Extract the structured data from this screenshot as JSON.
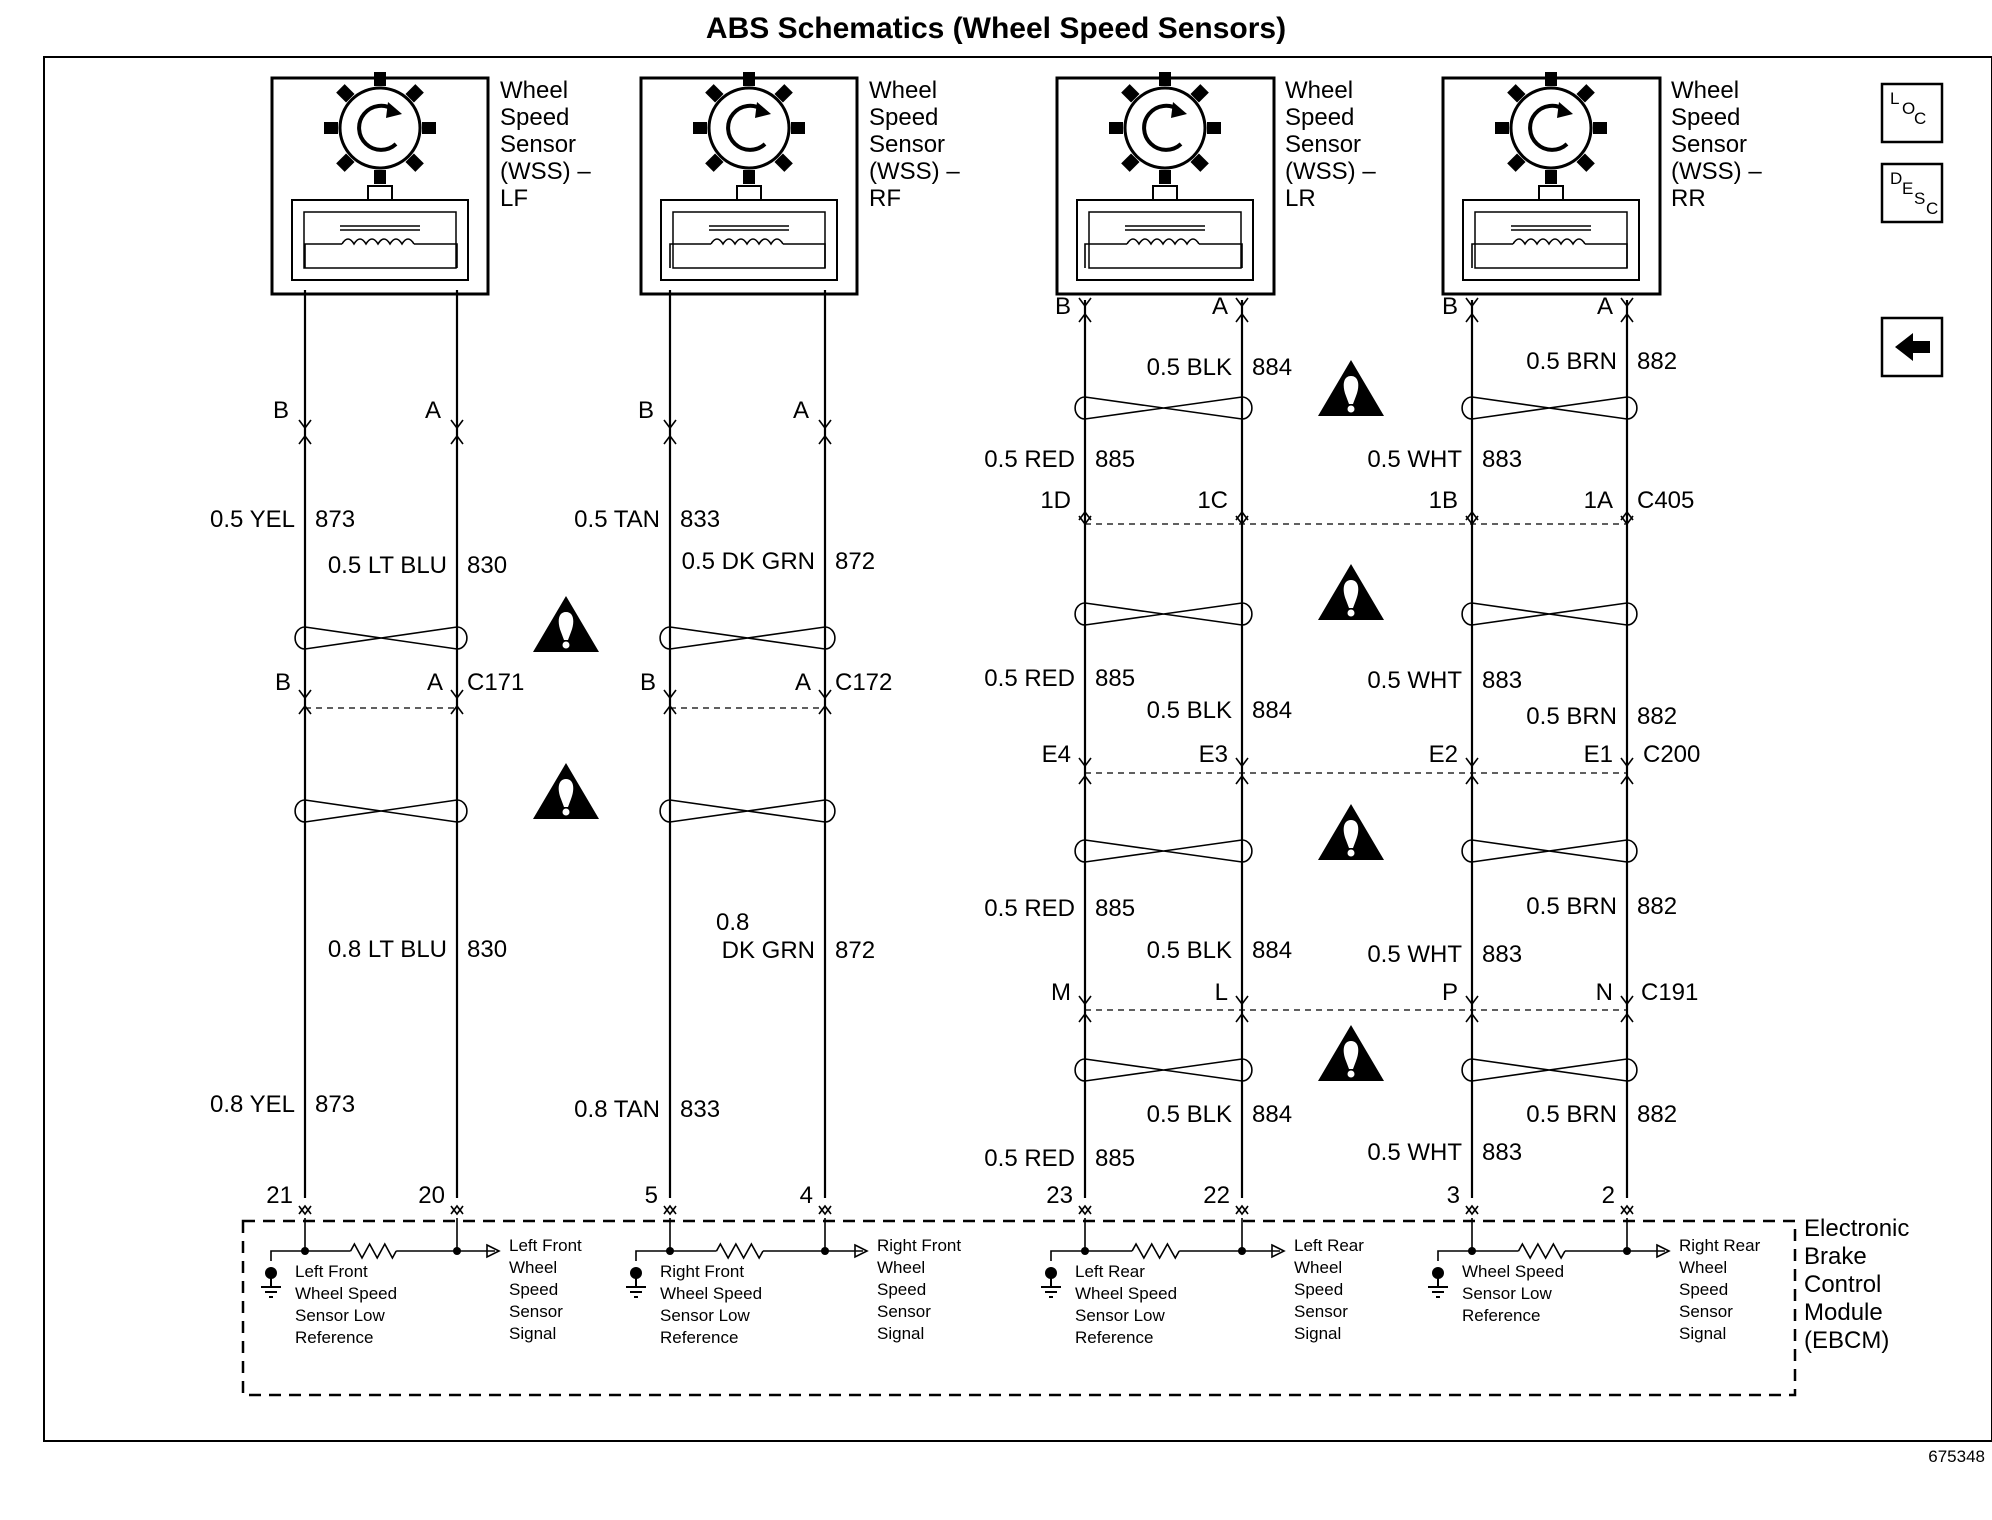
{
  "title": "ABS Schematics (Wheel Speed Sensors)",
  "figure_id": "675348",
  "nav": {
    "loc_letters": [
      "L",
      "O",
      "C"
    ],
    "desc_letters": [
      "D",
      "E",
      "S",
      "C"
    ],
    "back_glyph": "🡄"
  },
  "sensors": [
    {
      "lines": [
        "Wheel",
        "Speed",
        "Sensor",
        "(WSS) –",
        "LF"
      ]
    },
    {
      "lines": [
        "Wheel",
        "Speed",
        "Sensor",
        "(WSS) –",
        "RF"
      ]
    },
    {
      "lines": [
        "Wheel",
        "Speed",
        "Sensor",
        "(WSS) –",
        "LR"
      ]
    },
    {
      "lines": [
        "Wheel",
        "Speed",
        "Sensor",
        "(WSS) –",
        "RR"
      ]
    }
  ],
  "pins": {
    "lf_top_b": "B",
    "lf_top_a": "A",
    "rf_top_b": "B",
    "rf_top_a": "A",
    "lr_top_b": "B",
    "lr_top_a": "A",
    "rr_top_b": "B",
    "rr_top_a": "A",
    "lf_c171_b": "B",
    "lf_c171_a": "A",
    "rf_c172_b": "B",
    "rf_c172_a": "A",
    "c405_1d": "1D",
    "c405_1c": "1C",
    "c405_1b": "1B",
    "c405_1a": "1A",
    "c200_e4": "E4",
    "c200_e3": "E3",
    "c200_e2": "E2",
    "c200_e1": "E1",
    "c191_m": "M",
    "c191_l": "L",
    "c191_p": "P",
    "c191_n": "N",
    "ebcm_21": "21",
    "ebcm_20": "20",
    "ebcm_5": "5",
    "ebcm_4": "4",
    "ebcm_23": "23",
    "ebcm_22": "22",
    "ebcm_3": "3",
    "ebcm_2": "2"
  },
  "connectors": {
    "c171": "C171",
    "c172": "C172",
    "c405": "C405",
    "c200": "C200",
    "c191": "C191"
  },
  "wires": {
    "lf_yel_1": {
      "gauge": "0.5 YEL",
      "circuit": "873"
    },
    "lf_blu_1": {
      "gauge": "0.5 LT BLU",
      "circuit": "830"
    },
    "lf_blu_2": {
      "gauge": "0.8 LT BLU",
      "circuit": "830"
    },
    "lf_yel_2": {
      "gauge": "0.8 YEL",
      "circuit": "873"
    },
    "rf_tan_1": {
      "gauge": "0.5 TAN",
      "circuit": "833"
    },
    "rf_grn_1": {
      "gauge": "0.5 DK GRN",
      "circuit": "872"
    },
    "rf_grn_2": {
      "gauge_line1": "0.8",
      "gauge_line2": "DK GRN",
      "circuit": "872"
    },
    "rf_tan_2": {
      "gauge": "0.8 TAN",
      "circuit": "833"
    },
    "lr_blk_1": {
      "gauge": "0.5 BLK",
      "circuit": "884"
    },
    "lr_red_1": {
      "gauge": "0.5 RED",
      "circuit": "885"
    },
    "lr_red_2": {
      "gauge": "0.5 RED",
      "circuit": "885"
    },
    "lr_blk_2": {
      "gauge": "0.5 BLK",
      "circuit": "884"
    },
    "lr_red_3": {
      "gauge": "0.5 RED",
      "circuit": "885"
    },
    "lr_blk_3": {
      "gauge": "0.5 BLK",
      "circuit": "884"
    },
    "lr_blk_4": {
      "gauge": "0.5 BLK",
      "circuit": "884"
    },
    "lr_red_4": {
      "gauge": "0.5 RED",
      "circuit": "885"
    },
    "rr_brn_1": {
      "gauge": "0.5 BRN",
      "circuit": "882"
    },
    "rr_wht_1": {
      "gauge": "0.5 WHT",
      "circuit": "883"
    },
    "rr_wht_2": {
      "gauge": "0.5 WHT",
      "circuit": "883"
    },
    "rr_brn_2": {
      "gauge": "0.5 BRN",
      "circuit": "882"
    },
    "rr_brn_3": {
      "gauge": "0.5 BRN",
      "circuit": "882"
    },
    "rr_wht_3": {
      "gauge": "0.5 WHT",
      "circuit": "883"
    },
    "rr_brn_4": {
      "gauge": "0.5 BRN",
      "circuit": "882"
    },
    "rr_wht_4": {
      "gauge": "0.5 WHT",
      "circuit": "883"
    }
  },
  "ebcm": {
    "name_lines": [
      "Electronic",
      "Brake",
      "Control",
      "Module",
      "(EBCM)"
    ],
    "lf_ref": [
      "Left Front",
      "Wheel Speed",
      "Sensor Low",
      "Reference"
    ],
    "lf_sig": [
      "Left Front",
      "Wheel",
      "Speed",
      "Sensor",
      "Signal"
    ],
    "rf_ref": [
      "Right Front",
      "Wheel Speed",
      "Sensor Low",
      "Reference"
    ],
    "rf_sig": [
      "Right Front",
      "Wheel",
      "Speed",
      "Sensor",
      "Signal"
    ],
    "lr_ref": [
      "Left Rear",
      "Wheel Speed",
      "Sensor Low",
      "Reference"
    ],
    "lr_sig": [
      "Left Rear",
      "Wheel",
      "Speed",
      "Sensor",
      "Signal"
    ],
    "rr_ref": [
      "Wheel Speed",
      "Sensor Low",
      "Reference"
    ],
    "rr_sig": [
      "Right Rear",
      "Wheel",
      "Speed",
      "Sensor",
      "Signal"
    ]
  }
}
